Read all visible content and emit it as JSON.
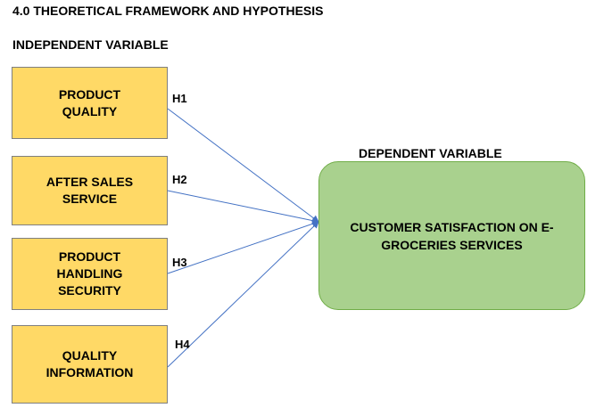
{
  "title": "4.0 THEORETICAL FRAMEWORK AND HYPOTHESIS",
  "independent_label": "INDEPENDENT VARIABLE",
  "dependent_label": "DEPENDENT VARIABLE",
  "independent_vars": [
    {
      "label": "PRODUCT\nQUALITY",
      "hypothesis": "H1"
    },
    {
      "label": "AFTER SALES\nSERVICE",
      "hypothesis": "H2"
    },
    {
      "label": "PRODUCT\nHANDLING\nSECURITY",
      "hypothesis": "H3"
    },
    {
      "label": "QUALITY\nINFORMATION",
      "hypothesis": "H4"
    }
  ],
  "dependent_var": "CUSTOMER SATISFACTION ON E-GROCERIES SERVICES",
  "colors": {
    "independent_fill": "#ffd966",
    "dependent_fill": "#a9d18e",
    "arrow": "#4472c4"
  }
}
